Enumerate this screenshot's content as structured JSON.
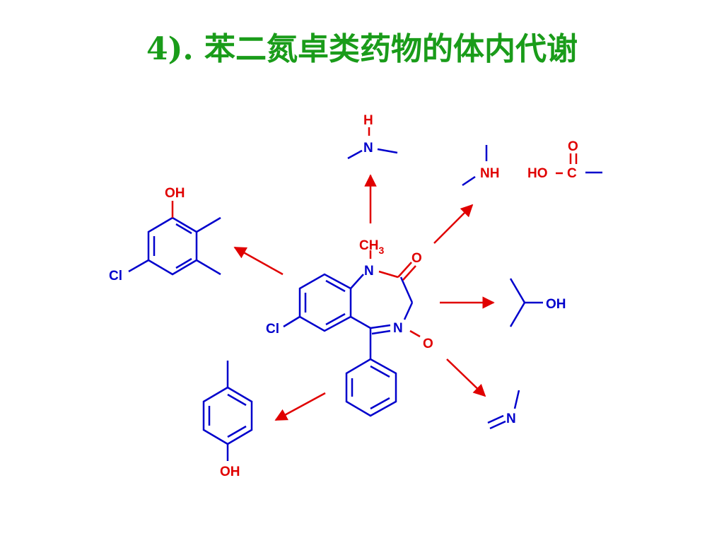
{
  "slide": {
    "title": "4). 苯二氮卓类药物的体内代谢"
  },
  "colors": {
    "title": "#1a9c1a",
    "bond": "#0000cc",
    "metabolite": "#e00000",
    "arrow": "#e00000"
  },
  "diagram": {
    "central_molecule": {
      "labels": {
        "n1": "N",
        "ch3_c": "CH",
        "ch3_sub": "3",
        "carbonyl_o": "O",
        "n4": "N",
        "n_oxide_o": "O",
        "cl": "Cl"
      }
    },
    "metabolites": {
      "n_demethyl": {
        "h": "H",
        "n": "N"
      },
      "amine_acid": {
        "nh": "NH",
        "ho": "HO",
        "c": "C",
        "o": "O"
      },
      "hydroxy": {
        "oh": "OH"
      },
      "imine": {
        "n": "N"
      },
      "phenol_cl": {
        "oh": "OH",
        "cl": "Cl"
      },
      "p_hydroxy": {
        "oh": "OH"
      }
    }
  }
}
